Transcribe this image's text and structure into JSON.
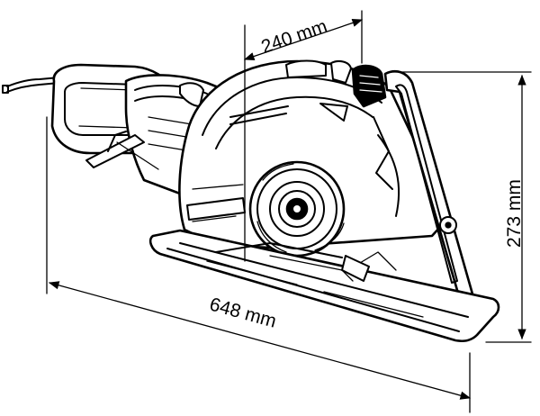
{
  "dimensions": {
    "blade_offset": "240 mm",
    "height": "273 mm",
    "length": "648 mm"
  },
  "colors": {
    "line": "#000000",
    "background": "#ffffff"
  }
}
